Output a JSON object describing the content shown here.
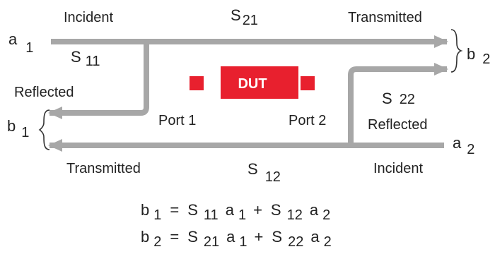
{
  "colors": {
    "arrow": "#a7a7a7",
    "dut": "#e8202e",
    "text": "#222222"
  },
  "labels": {
    "incident_top": "Incident",
    "transmitted_top": "Transmitted",
    "reflected_left": "Reflected",
    "reflected_right": "Reflected",
    "transmitted_bottom": "Transmitted",
    "incident_bottom": "Incident",
    "port1": "Port 1",
    "port2": "Port 2",
    "dut": "DUT"
  },
  "vars": {
    "a1": {
      "base": "a",
      "sub": "1"
    },
    "b1": {
      "base": "b",
      "sub": "1"
    },
    "a2": {
      "base": "a",
      "sub": "2"
    },
    "b2": {
      "base": "b",
      "sub": "2"
    },
    "s11": {
      "base": "S",
      "sub": "11"
    },
    "s21": {
      "base": "S",
      "sub": "21"
    },
    "s12": {
      "base": "S",
      "sub": "12"
    },
    "s22": {
      "base": "S",
      "sub": "22"
    }
  },
  "equations": {
    "eq1": {
      "lhs": "b",
      "lhs_sub": "1",
      "eqsign": "=",
      "s1": "S",
      "s1_sub": "11",
      "x1": "a",
      "x1_sub": "1",
      "plus": "+",
      "s2": "S",
      "s2_sub": "12",
      "x2": "a",
      "x2_sub": "2"
    },
    "eq2": {
      "lhs": "b",
      "lhs_sub": "2",
      "eqsign": "=",
      "s1": "S",
      "s1_sub": "21",
      "x1": "a",
      "x1_sub": "1",
      "plus": "+",
      "s2": "S",
      "s2_sub": "22",
      "x2": "a",
      "x2_sub": "2"
    }
  }
}
